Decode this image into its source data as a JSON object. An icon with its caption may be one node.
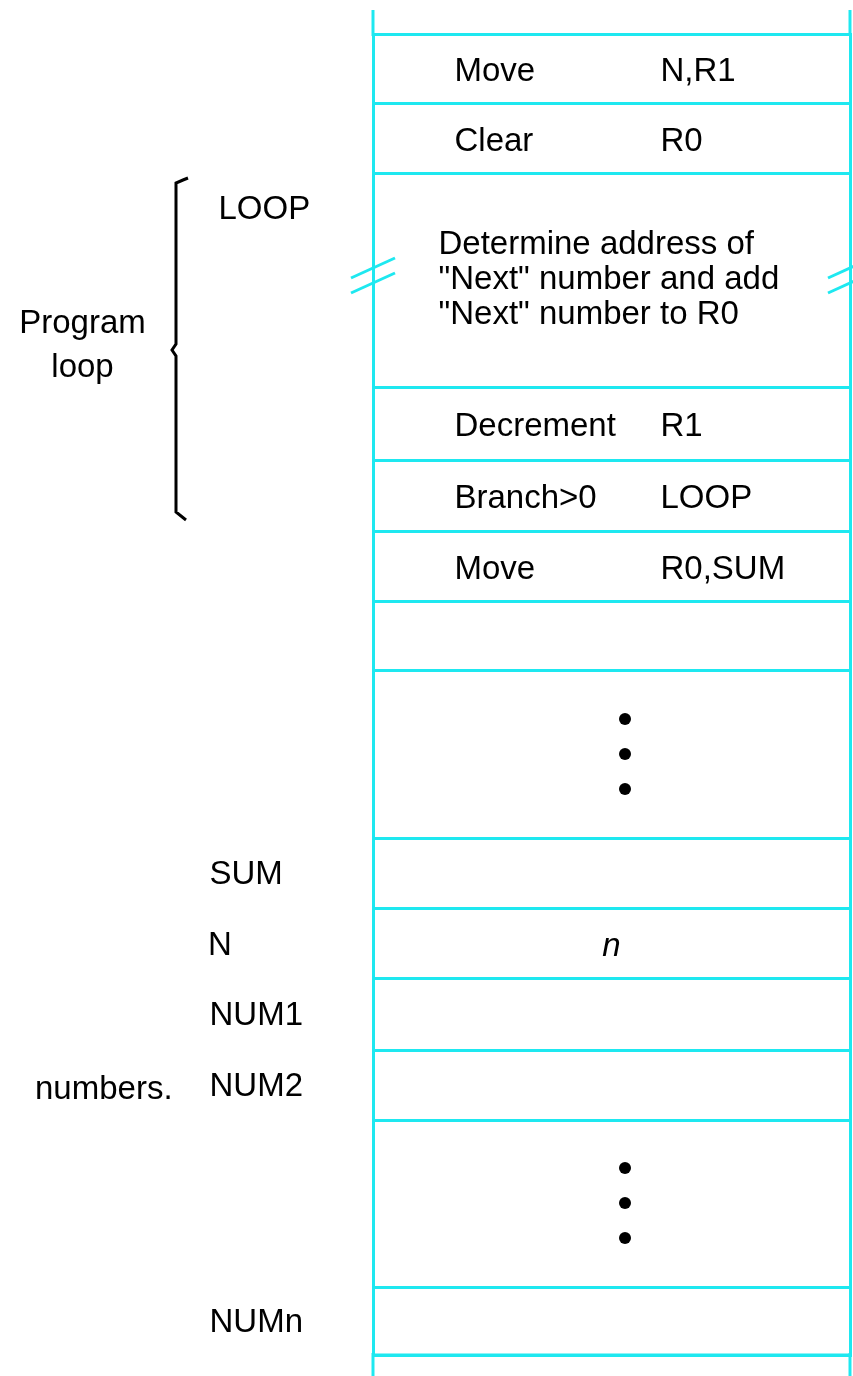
{
  "diagram": {
    "nodes": [
      {
        "text": [
          "Move",
          "N,R1"
        ]
      },
      {
        "text": [
          "Clear",
          "R0"
        ]
      },
      {
        "text": [
          "Determine address of \"Next\" number and add \"Next\" number to R0"
        ],
        "beside": [
          "LOOP"
        ]
      },
      {
        "text": [
          "Decrement",
          "R1"
        ]
      },
      {
        "text": [
          "Branch>0",
          "LOOP"
        ]
      },
      {
        "text": [
          "Move",
          "R0,SUM"
        ]
      },
      {
        "text": [],
        "shape": "box"
      },
      {
        "text": [],
        "shape": "box"
      },
      {
        "text": [],
        "shape": "box",
        "beside": [
          "SUM"
        ]
      },
      {
        "text": [
          "n"
        ]
      },
      {
        "text": [],
        "shape": "box",
        "beside": [
          "NUM1"
        ]
      },
      {
        "text": [],
        "shape": "box",
        "beside": [
          "NUM2"
        ]
      },
      {
        "text": [],
        "shape": "box"
      },
      {
        "text": [],
        "shape": "box",
        "beside": [
          "NUMn"
        ]
      }
    ],
    "labels": [
      "Program loop",
      "N",
      "numbers."
    ]
  }
}
